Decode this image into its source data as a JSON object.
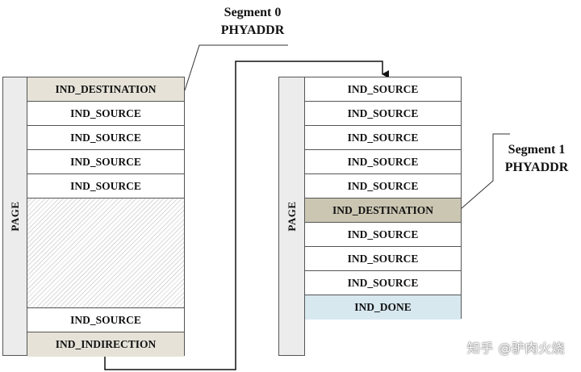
{
  "left_page": {
    "page_label": "PAGE",
    "cells_top": [
      "IND_DESTINATION",
      "IND_SOURCE",
      "IND_SOURCE",
      "IND_SOURCE",
      "IND_SOURCE"
    ],
    "cells_bottom": [
      "IND_SOURCE",
      "IND_INDIRECTION"
    ]
  },
  "right_page": {
    "page_label": "PAGE",
    "cells": [
      "IND_SOURCE",
      "IND_SOURCE",
      "IND_SOURCE",
      "IND_SOURCE",
      "IND_SOURCE",
      "IND_DESTINATION",
      "IND_SOURCE",
      "IND_SOURCE",
      "IND_SOURCE",
      "IND_DONE"
    ]
  },
  "segment0": {
    "line1": "Segment 0",
    "line2": "PHYADDR"
  },
  "segment1": {
    "line1": "Segment 1",
    "line2": "PHYADDR"
  },
  "watermark": "知乎 @驴肉火烧"
}
